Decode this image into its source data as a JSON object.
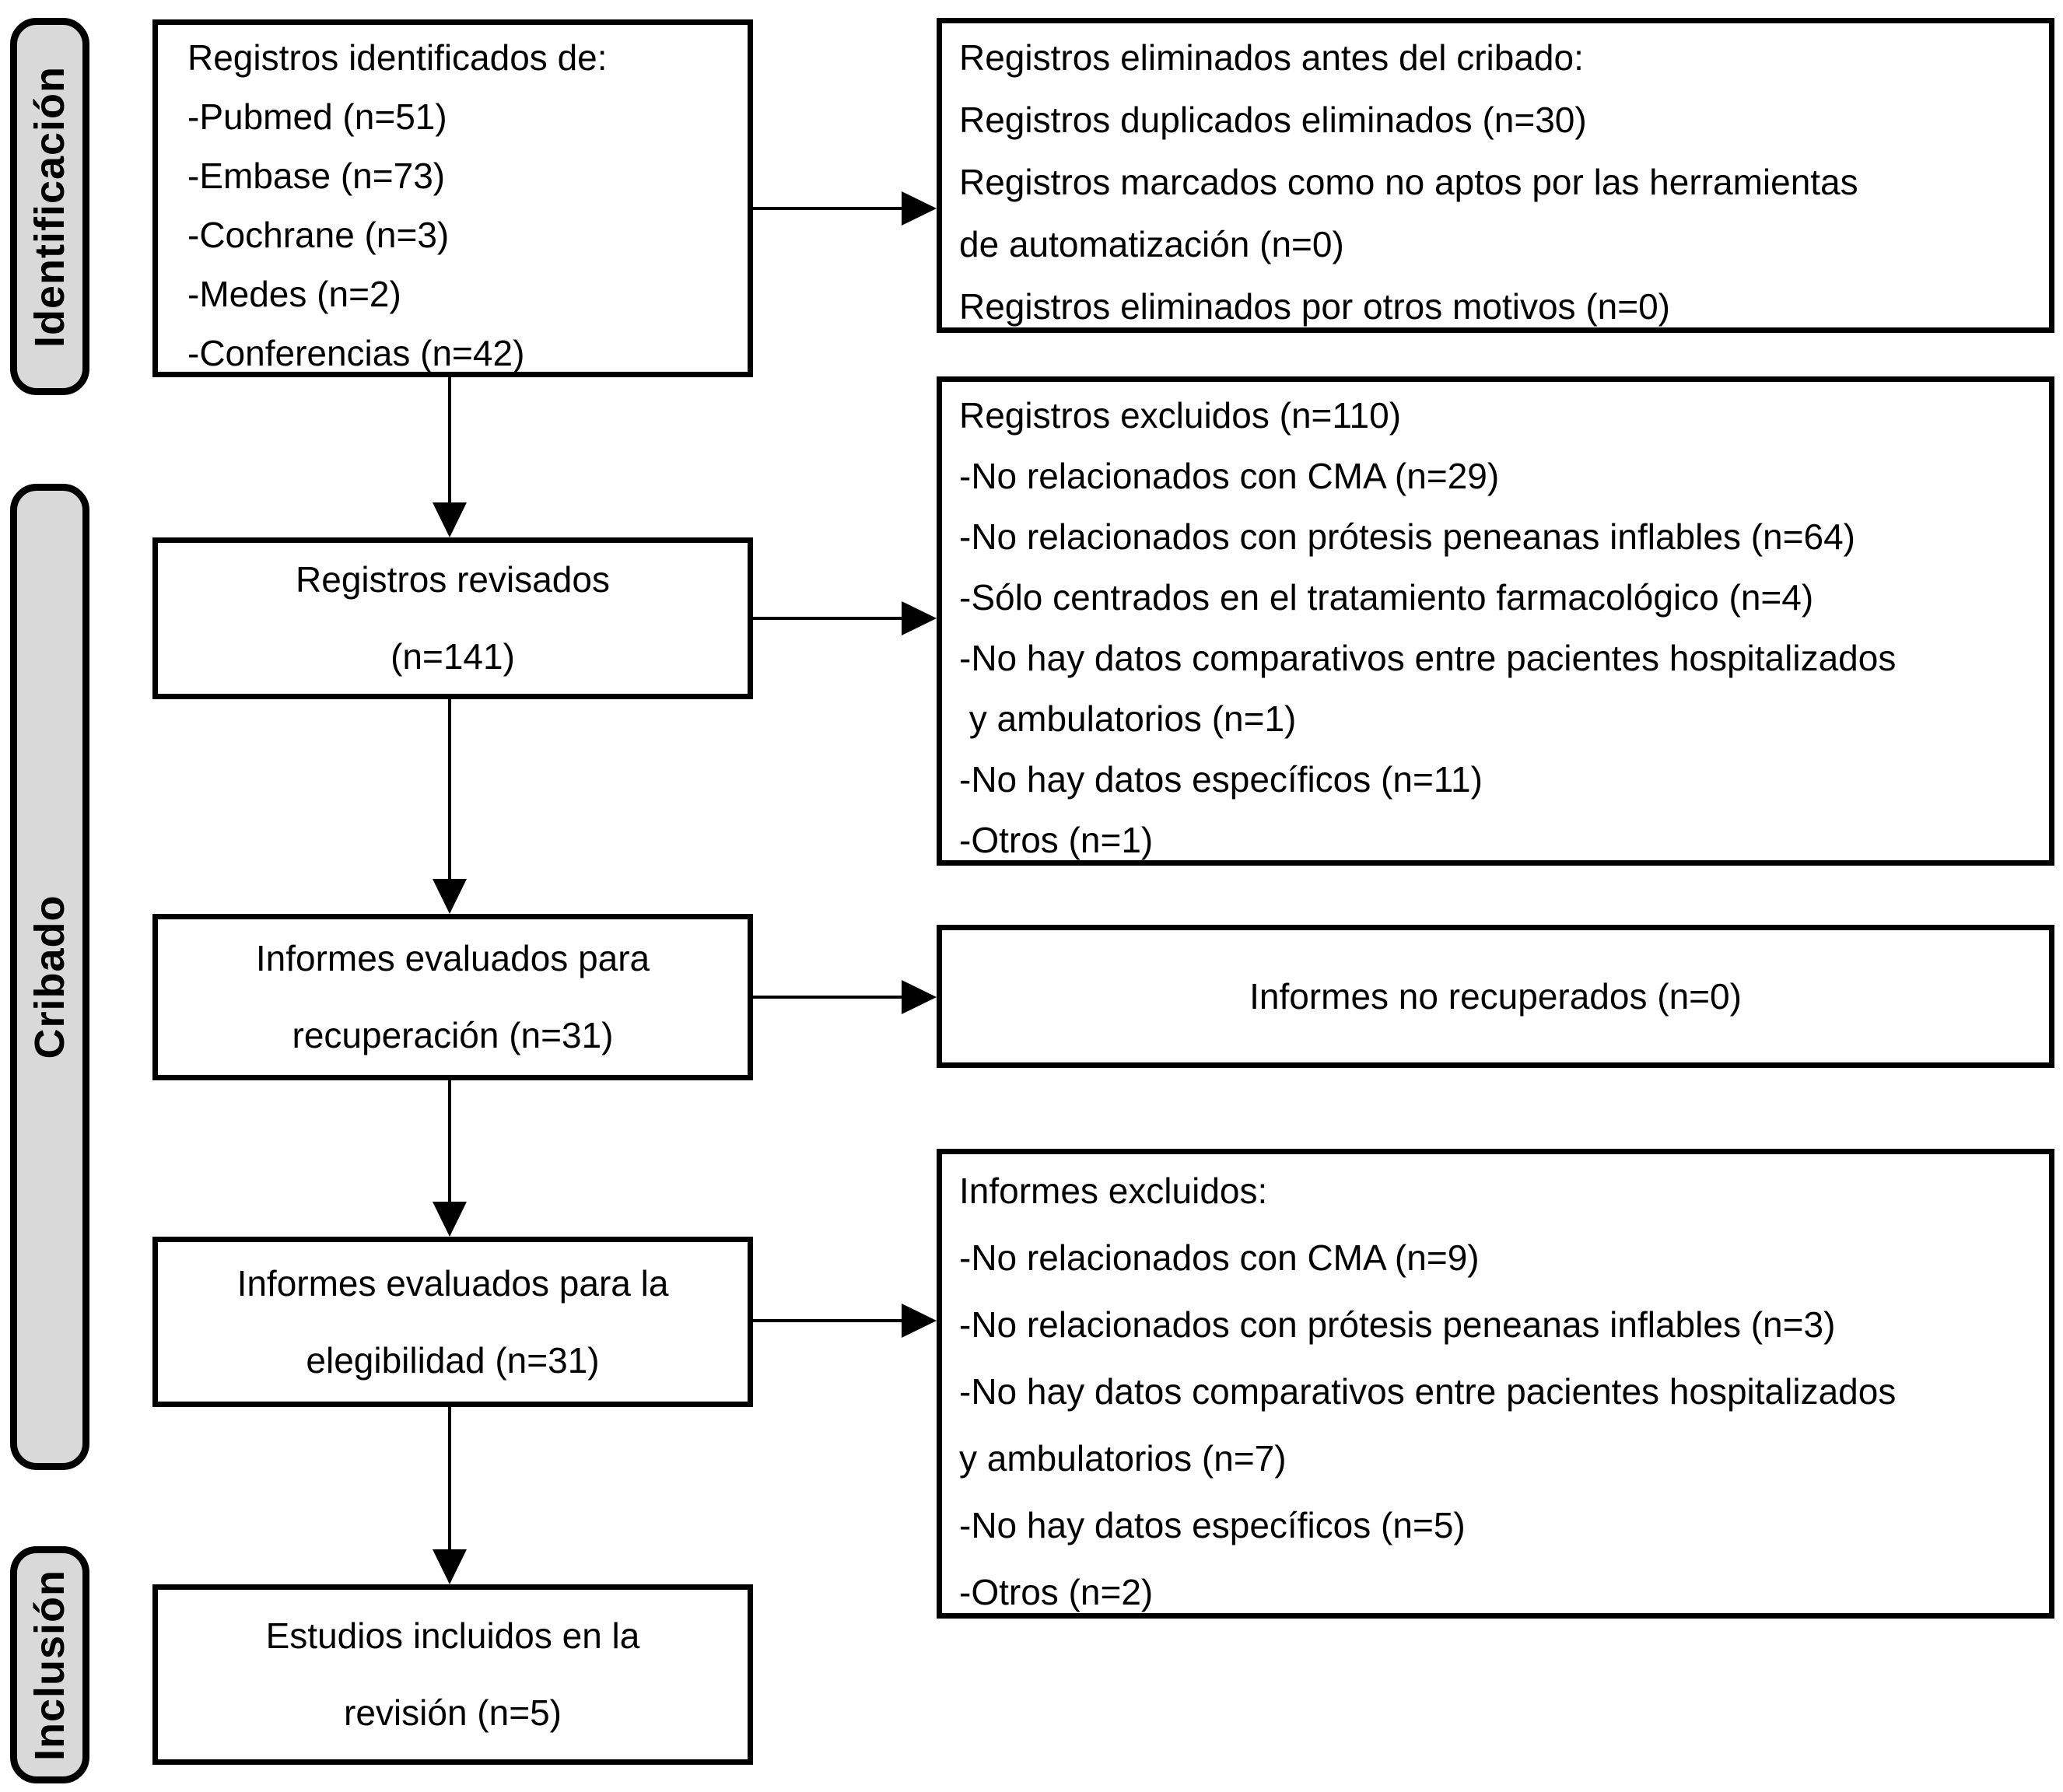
{
  "title": "Diagrama de flujo PRISMA",
  "colors": {
    "stage_bar_fill": "#d9d9d9",
    "box_fill": "#ffffff",
    "line_color": "#000000"
  },
  "sidebar": [
    {
      "id": "identificacion",
      "label": "Identificación"
    },
    {
      "id": "cribado",
      "label": "Cribado"
    },
    {
      "id": "inclusion",
      "label": "Inclusión"
    }
  ],
  "flow": {
    "identified": {
      "lines": [
        "Registros identificados de:",
        "-Pubmed (n=51)",
        "-Embase (n=73)",
        "-Cochrane (n=3)",
        "-Medes (n=2)",
        "-Conferencias (n=42)"
      ],
      "counts": {
        "pubmed": 51,
        "embase": 73,
        "cochrane": 3,
        "medes": 2,
        "conferencias": 42
      }
    },
    "removed_before_screening": {
      "lines": [
        "Registros eliminados antes del cribado:",
        "Registros duplicados eliminados (n=30)",
        "Registros marcados como no aptos por las herramientas",
        "de automatización (n=0)",
        "Registros eliminados por otros motivos (n=0)"
      ],
      "counts": {
        "duplicados": 30,
        "no_aptos_automatizacion": 0,
        "otros_motivos": 0
      }
    },
    "screened": {
      "lines": [
        "Registros revisados",
        "(n=141)"
      ],
      "counts": {
        "revisados": 141
      }
    },
    "excluded_records": {
      "lines": [
        "Registros excluidos (n=110)",
        "-No relacionados con CMA (n=29)",
        "-No relacionados con prótesis peneanas inflables (n=64)",
        "-Sólo centrados en el tratamiento farmacológico (n=4)",
        "-No hay datos comparativos entre pacientes hospitalizados",
        " y ambulatorios (n=1)",
        "-No hay datos específicos (n=11)",
        "-Otros (n=1)"
      ],
      "counts": {
        "total": 110,
        "no_cma": 29,
        "no_protesis": 64,
        "solo_farmacologico": 4,
        "sin_datos_comparativos": 1,
        "sin_datos_especificos": 11,
        "otros": 1
      }
    },
    "sought": {
      "lines": [
        "Informes evaluados para",
        "recuperación (n=31)"
      ],
      "counts": {
        "evaluados_recuperacion": 31
      }
    },
    "not_retrieved": {
      "lines": [
        "Informes no recuperados (n=0)"
      ],
      "counts": {
        "no_recuperados": 0
      }
    },
    "eligibility": {
      "lines": [
        "Informes evaluados para la",
        "elegibilidad (n=31)"
      ],
      "counts": {
        "evaluados_elegibilidad": 31
      }
    },
    "excluded_reports": {
      "lines": [
        "Informes excluidos:",
        "-No relacionados con CMA (n=9)",
        "-No relacionados con prótesis peneanas inflables (n=3)",
        "-No hay datos comparativos entre pacientes hospitalizados",
        "y ambulatorios (n=7)",
        "-No hay datos específicos (n=5)",
        "-Otros (n=2)"
      ],
      "counts": {
        "no_cma": 9,
        "no_protesis": 3,
        "sin_datos_comparativos": 7,
        "sin_datos_especificos": 5,
        "otros": 2
      }
    },
    "included": {
      "lines": [
        "Estudios incluidos en la",
        "revisión (n=5)"
      ],
      "counts": {
        "incluidos": 5
      }
    }
  }
}
